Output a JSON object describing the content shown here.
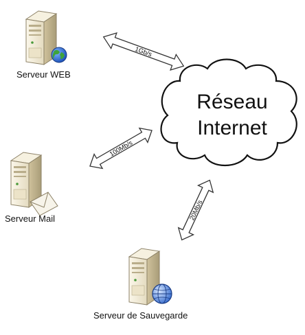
{
  "nodes": {
    "web": {
      "label": "Serveur WEB",
      "icon": "globe-icon"
    },
    "mail": {
      "label": "Serveur Mail",
      "icon": "envelope-icon"
    },
    "backup": {
      "label": "Serveur de Sauvegarde",
      "icon": "network-globe-icon"
    }
  },
  "cloud": {
    "line1": "Réseau",
    "line2": "Internet"
  },
  "links": {
    "web": "1Gb/s",
    "mail": "100Mb/s",
    "backup": "20Mb/s"
  },
  "colors": {
    "server_body": "#f1ead6",
    "server_dark": "#c9bd98",
    "arrow_stroke": "#333333",
    "cloud_stroke": "#111111"
  }
}
